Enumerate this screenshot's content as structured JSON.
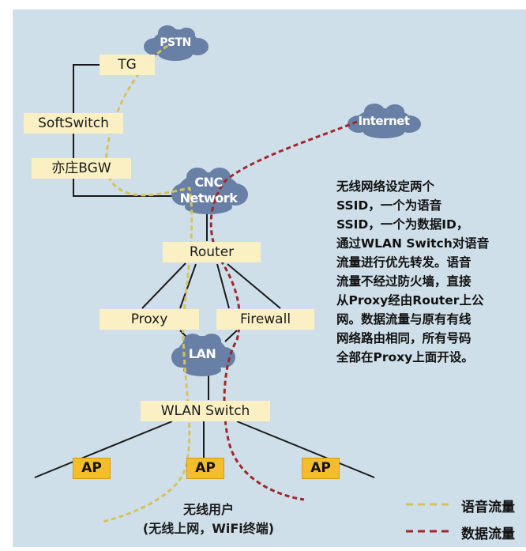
{
  "clouds": {
    "pstn": "PSTN",
    "internet": "Internet",
    "cnc_line1": "CNC",
    "cnc_line2": "Network",
    "lan": "LAN"
  },
  "nodes": {
    "tg": "TG",
    "softswitch": "SoftSwitch",
    "bgw": "亦庄BGW",
    "router": "Router",
    "proxy": "Proxy",
    "firewall": "Firewall",
    "wlan_switch": "WLAN Switch"
  },
  "access_points": [
    "AP",
    "AP",
    "AP"
  ],
  "info_text": "无线网络设定两个\nSSID，一个为语音\nSSID，一个为数据ID，\n通过WLAN  Switch对语音\n流量进行优先转发。语音\n流量不经过防火墙，直接\n从Proxy经由Router上公\n网。数据流量与原有有线\n网络路由相同，所有号码\n全部在Proxy上面开设。",
  "users": {
    "line1": "无线用户",
    "line2": "(无线上网，WiFi终端)"
  },
  "legend": {
    "voice": "语音流量",
    "data": "数据流量"
  },
  "colors": {
    "panel_background": "#cfdfe9",
    "node_fill": "#fbf0c4",
    "ap_fill": "#f7bc2d",
    "cloud_fill": "#687fa6",
    "voice_flow": "#d7c25a",
    "data_flow": "#a0262a",
    "link": "#1a1a1a"
  }
}
